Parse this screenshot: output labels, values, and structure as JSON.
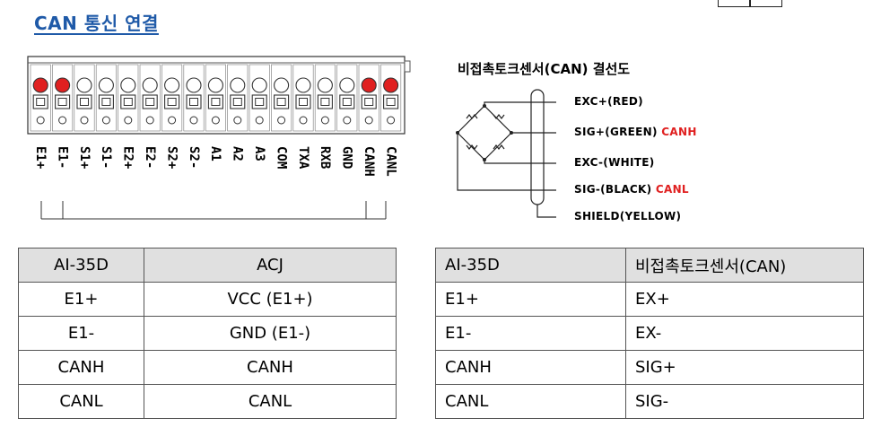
{
  "heading": "CAN 통신 연결",
  "terminal_block": {
    "pins": [
      {
        "label": "E1+",
        "active": true
      },
      {
        "label": "E1-",
        "active": true
      },
      {
        "label": "S1+",
        "active": false
      },
      {
        "label": "S1-",
        "active": false
      },
      {
        "label": "E2+",
        "active": false
      },
      {
        "label": "E2-",
        "active": false
      },
      {
        "label": "S2+",
        "active": false
      },
      {
        "label": "S2-",
        "active": false
      },
      {
        "label": "A1",
        "active": false
      },
      {
        "label": "A2",
        "active": false
      },
      {
        "label": "A3",
        "active": false
      },
      {
        "label": "COM",
        "active": false
      },
      {
        "label": "TXA",
        "active": false
      },
      {
        "label": "RXB",
        "active": false
      },
      {
        "label": "GND",
        "active": false
      },
      {
        "label": "CANH",
        "active": true
      },
      {
        "label": "CANL",
        "active": true
      }
    ],
    "active_color": "#e02020"
  },
  "sensor_diagram": {
    "title": "비접촉토크센서(CAN) 결선도",
    "wires": [
      {
        "name": "EXC+(RED)",
        "extra": ""
      },
      {
        "name": "SIG+(GREEN)",
        "extra": "CANH"
      },
      {
        "name": "EXC-(WHITE)",
        "extra": ""
      },
      {
        "name": "SIG-(BLACK)",
        "extra": "CANL"
      },
      {
        "name": "SHIELD(YELLOW)",
        "extra": ""
      }
    ]
  },
  "table_acj": {
    "headers": [
      "AI-35D",
      "ACJ"
    ],
    "rows": [
      [
        "E1+",
        "VCC (E1+)"
      ],
      [
        "E1-",
        "GND (E1-)"
      ],
      [
        "CANH",
        "CANH"
      ],
      [
        "CANL",
        "CANL"
      ]
    ]
  },
  "table_sensor": {
    "headers": [
      "AI-35D",
      "비접촉토크센서(CAN)"
    ],
    "rows": [
      [
        "E1+",
        "EX+"
      ],
      [
        "E1-",
        "EX-"
      ],
      [
        "CANH",
        "SIG+"
      ],
      [
        "CANL",
        "SIG-"
      ]
    ]
  }
}
